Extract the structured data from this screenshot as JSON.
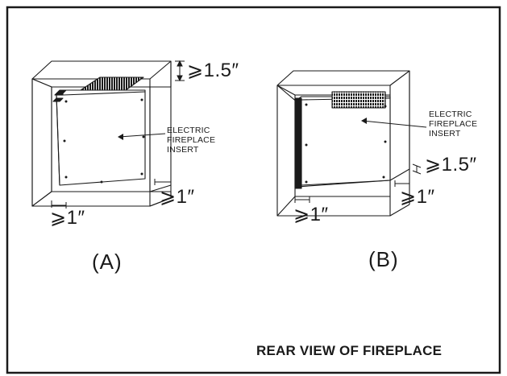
{
  "figure": {
    "caption": "REAR VIEW OF FIREPLACE",
    "line_color": "#1a1a1a",
    "background": "#ffffff"
  },
  "diagram_a": {
    "tag": "(A)",
    "insert_label": [
      "ELECTRIC",
      "FIREPLACE",
      "INSERT"
    ],
    "clearance_top": "⩾1.5″",
    "clearance_left": "⩾1″",
    "clearance_right": "⩾1″"
  },
  "diagram_b": {
    "tag": "(B)",
    "insert_label": [
      "ELECTRIC",
      "FIREPLACE",
      "INSERT"
    ],
    "clearance_bottom_right": "⩾1.5″",
    "clearance_left": "⩾1″",
    "clearance_right": "⩾1″"
  }
}
